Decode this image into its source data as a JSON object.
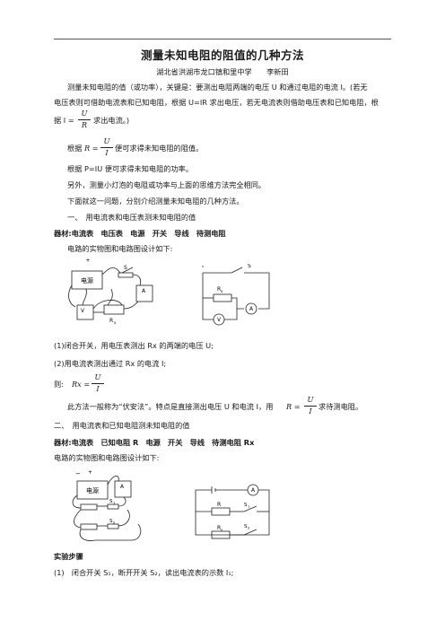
{
  "title": "测量未知电阻的阻值的几种方法",
  "author": "湖北省洪湖市龙口镇和里中学　　李新田",
  "intro": {
    "p1_line1": "测量未知电阻的值（或功率），关键是：要测出电阻两端的电压 U 和通过电阻的电流 I。(若无",
    "p1_line2": "电压表则可借助电流表和已知电阻，根据 U=IR 求出电压，若无电流表则借助电压表和已知电阻，根",
    "p1_line3_pre": "据 I =",
    "p1_line3_post": "求出电流。)",
    "frac1_num": "U",
    "frac1_den": "R",
    "p2_pre": "根据",
    "p2_frac_lhs": "R =",
    "p2_frac_num": "U",
    "p2_frac_den": "I",
    "p2_post": "便可求得未知电阻的阻值。",
    "p3": "根据 P=IU 便可求得未知电阻的功率。",
    "p4": "另外，测量小灯泡的电阻或功率与上面的思维方法完全相同。",
    "p5": "下面就这一问题，分别介绍测量未知电阻的几种方法。"
  },
  "section1": {
    "heading": "一、　用电流表和电压表测未知电阻的值",
    "equipment": "器材:电流表　电压表　电源　开关　导线　待测电阻",
    "design": "电路的实物图和电路图设计如下:",
    "real_labels": {
      "plus": "+",
      "switch": "S",
      "source": "电源",
      "ammeter": "A",
      "voltmeter": "V",
      "rx": "R",
      "rx_sub": "x"
    },
    "schem_labels": {
      "switch": "S",
      "rx": "R",
      "rx_sub": "x",
      "ammeter": "A",
      "voltmeter": "V"
    },
    "step1": "(1)闭合开关，用电压表测出 Rx 的两端的电压 U;",
    "step2": "(2)用电流表测出通过 Rx 的电流 I;",
    "then_pre": "则:",
    "then_lhs": "Rx =",
    "then_num": "U",
    "then_den": "I",
    "method_pre": "此方法一般称为“伏安法”。特点是直接测出电压 U 和电流 I，用",
    "method_lhs": "R =",
    "method_num": "U",
    "method_den": "I",
    "method_post": "求待测电阻。"
  },
  "section2": {
    "heading": "二、　用电流表和已知电阻测未知电阻的值",
    "equipment": "器材:电流表　已知电阻 R　电源　开关　导线　待测电阻 Rx",
    "design": "电路的实物图和电路图设计如下:",
    "real_labels": {
      "minus": "−",
      "plus": "+",
      "source": "电源",
      "ammeter": "A",
      "s1": "S",
      "s1_sub": "1",
      "s2": "S",
      "s2_sub": "2"
    },
    "schem_labels": {
      "ammeter": "A",
      "r": "R",
      "s1": "S",
      "s1_sub": "1",
      "rx": "R",
      "rx_sub": "x",
      "s2": "S",
      "s2_sub": "2"
    }
  },
  "steps": {
    "heading": "实验步骤",
    "item1": "(1)　闭合开关 S₁，断开开关 S₂，读出电流表的示数 I₁;"
  }
}
